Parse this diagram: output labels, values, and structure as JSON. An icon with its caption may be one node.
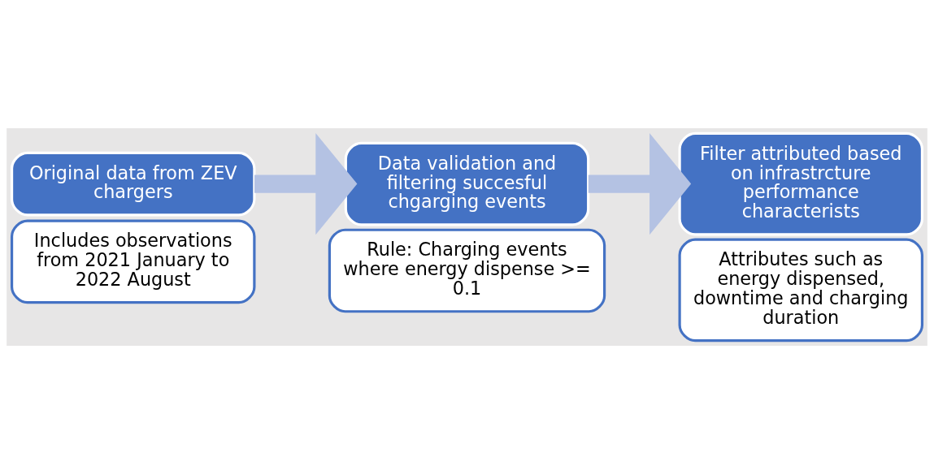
{
  "diagram": {
    "nodes": [
      {
        "text": [
          "Original data from ZEV chargers"
        ]
      },
      {
        "text": [
          "Includes observations from 2021 January to 2022 August"
        ]
      },
      {
        "text": [
          "Data validation and filtering succesful chgarging events"
        ]
      },
      {
        "text": [
          "Rule: Charging events where energy dispense >= 0.1"
        ]
      },
      {
        "text": [
          "Filter attributed based on infrastrcture performance characterists"
        ]
      },
      {
        "text": [
          "Attributes such as energy dispensed, downtime and charging duration"
        ]
      }
    ],
    "edges": [
      {
        "from": 0,
        "to": 2,
        "arrow": "to"
      },
      {
        "from": 2,
        "to": 4,
        "arrow": "to"
      }
    ]
  }
}
